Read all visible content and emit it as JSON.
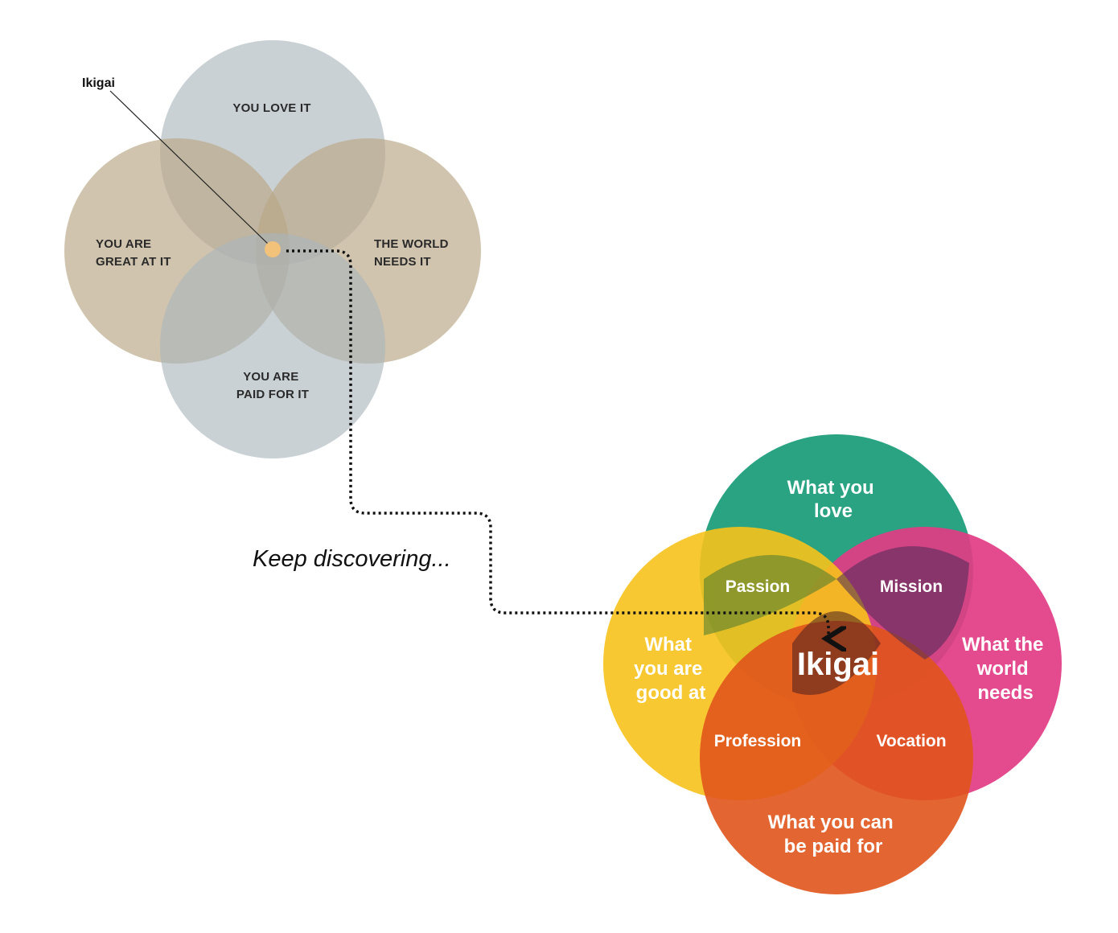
{
  "diagram_a": {
    "callout_label": "Ikigai",
    "circles": {
      "top": [
        "YOU LOVE IT"
      ],
      "left": [
        "YOU ARE",
        "GREAT AT IT"
      ],
      "right": [
        "THE WORLD",
        "NEEDS IT"
      ],
      "bottom": [
        "YOU ARE",
        "PAID FOR IT"
      ]
    },
    "colors": {
      "grey_circle": "#a9b5bb",
      "tan_circle": "#b9a888",
      "center_dot": "#f2c27b"
    }
  },
  "connector": {
    "caption": "Keep discovering..."
  },
  "diagram_b": {
    "circles": {
      "top": [
        "What you",
        "love"
      ],
      "left": [
        "What",
        "you are",
        "good at"
      ],
      "right": [
        "What the",
        "world",
        "needs"
      ],
      "bottom": [
        "What you can",
        "be paid for"
      ]
    },
    "overlaps": {
      "top_left": "Passion",
      "top_right": "Mission",
      "bottom_left": "Profession",
      "bottom_right": "Vocation"
    },
    "center": "Ikigai",
    "colors": {
      "love": "#1f9e7c",
      "good_at": "#f6c21b",
      "world_needs": "#e23c86",
      "paid_for": "#e0541c"
    }
  }
}
